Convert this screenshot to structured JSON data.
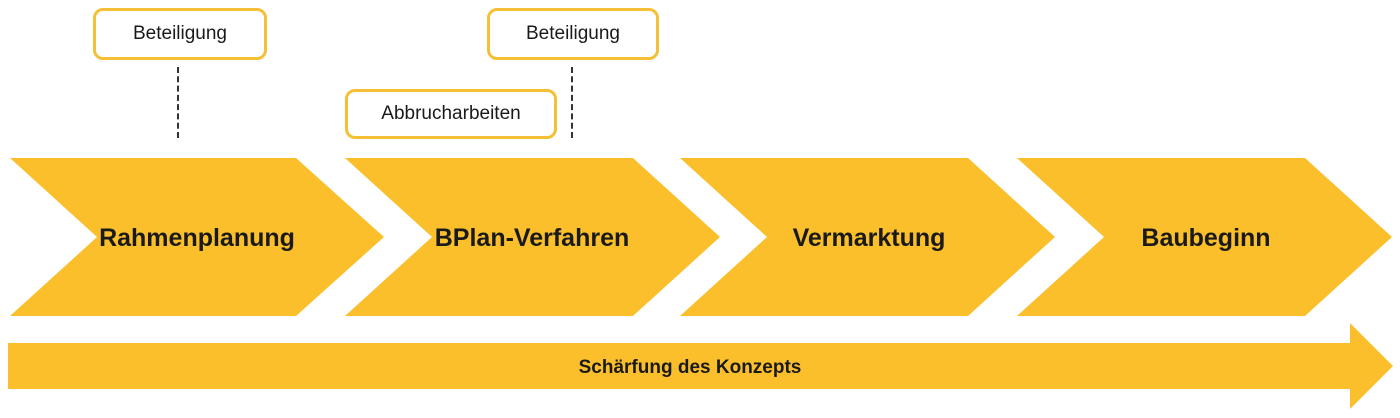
{
  "colors": {
    "accent": "#fbbf2c",
    "callout_border": "#f6c036",
    "text": "#1a1a1a"
  },
  "phases": [
    {
      "label": "Rahmenplanung"
    },
    {
      "label": "BPlan-Verfahren"
    },
    {
      "label": "Vermarktung"
    },
    {
      "label": "Baubeginn"
    }
  ],
  "callouts": [
    {
      "label": "Beteiligung"
    },
    {
      "label": "Abbrucharbeiten"
    },
    {
      "label": "Beteiligung"
    }
  ],
  "band": {
    "label": "Schärfung des Konzepts"
  }
}
